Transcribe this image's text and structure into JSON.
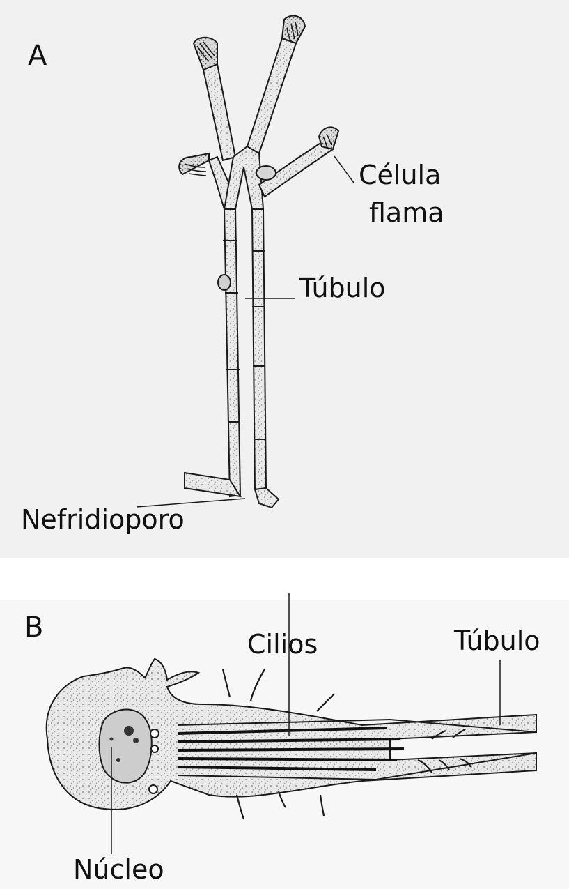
{
  "panel_a": {
    "letter": "A",
    "labels": {
      "flame_cell_line1": "Célula",
      "flame_cell_line2": "flama",
      "tubule": "Túbulo",
      "nephridiopore": "Nefridioporo"
    }
  },
  "panel_b": {
    "letter": "B",
    "labels": {
      "cilia": "Cilios",
      "tubule": "Túbulo",
      "nucleus": "Núcleo"
    }
  },
  "colors": {
    "ink": "#1a1a1a",
    "fill": "#e6e6e6",
    "background_a": "#f1f1f1",
    "background_b": "#f7f7f7"
  }
}
